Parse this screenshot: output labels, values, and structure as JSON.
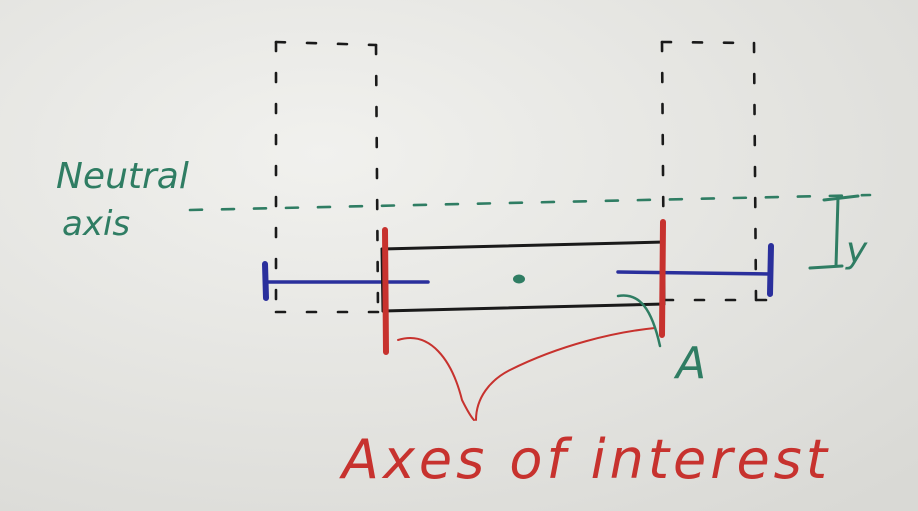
{
  "labels": {
    "neutral_axis_line1": "Neutral",
    "neutral_axis_line2": "axis",
    "offset": "y",
    "area": "A",
    "axes_of_interest": "Axes of interest"
  },
  "colors": {
    "paper": "#e9e9e6",
    "ink_black": "#1a1a1a",
    "ink_green": "#2f7d63",
    "ink_red": "#c7322e",
    "ink_blue": "#2a2f9c"
  }
}
